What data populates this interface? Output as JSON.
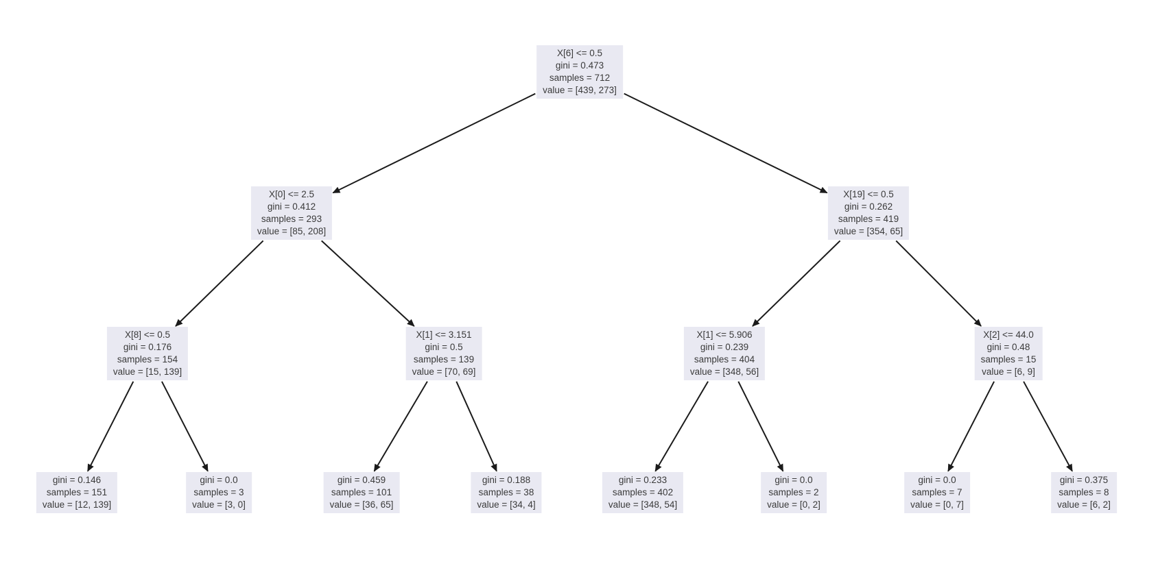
{
  "figure": {
    "background_color": "#ffffff",
    "node_fill_color": "#e9e9f2",
    "edge_color": "#1b1b1b",
    "text_color": "#3a3a3a"
  },
  "tree": {
    "type": "decision-tree",
    "criterion": "gini",
    "nodes": [
      {
        "lines": [
          "X[6] <= 0.5",
          "gini = 0.473",
          "samples = 712",
          "value = [439, 273]"
        ]
      },
      {
        "lines": [
          "X[0] <= 2.5",
          "gini = 0.412",
          "samples = 293",
          "value = [85, 208]"
        ]
      },
      {
        "lines": [
          "X[19] <= 0.5",
          "gini = 0.262",
          "samples = 419",
          "value = [354, 65]"
        ]
      },
      {
        "lines": [
          "X[8] <= 0.5",
          "gini = 0.176",
          "samples = 154",
          "value = [15, 139]"
        ]
      },
      {
        "lines": [
          "X[1] <= 3.151",
          "gini = 0.5",
          "samples = 139",
          "value = [70, 69]"
        ]
      },
      {
        "lines": [
          "X[1] <= 5.906",
          "gini = 0.239",
          "samples = 404",
          "value = [348, 56]"
        ]
      },
      {
        "lines": [
          "X[2] <= 44.0",
          "gini = 0.48",
          "samples = 15",
          "value = [6, 9]"
        ]
      },
      {
        "lines": [
          "gini = 0.146",
          "samples = 151",
          "value = [12, 139]"
        ]
      },
      {
        "lines": [
          "gini = 0.0",
          "samples = 3",
          "value = [3, 0]"
        ]
      },
      {
        "lines": [
          "gini = 0.459",
          "samples = 101",
          "value = [36, 65]"
        ]
      },
      {
        "lines": [
          "gini = 0.188",
          "samples = 38",
          "value = [34, 4]"
        ]
      },
      {
        "lines": [
          "gini = 0.233",
          "samples = 402",
          "value = [348, 54]"
        ]
      },
      {
        "lines": [
          "gini = 0.0",
          "samples = 2",
          "value = [0, 2]"
        ]
      },
      {
        "lines": [
          "gini = 0.0",
          "samples = 7",
          "value = [0, 7]"
        ]
      },
      {
        "lines": [
          "gini = 0.375",
          "samples = 8",
          "value = [6, 2]"
        ]
      }
    ],
    "edges": [
      [
        0,
        1
      ],
      [
        0,
        2
      ],
      [
        1,
        3
      ],
      [
        1,
        4
      ],
      [
        2,
        5
      ],
      [
        2,
        6
      ],
      [
        3,
        7
      ],
      [
        3,
        8
      ],
      [
        4,
        9
      ],
      [
        4,
        10
      ],
      [
        5,
        11
      ],
      [
        5,
        12
      ],
      [
        6,
        13
      ],
      [
        6,
        14
      ]
    ]
  }
}
